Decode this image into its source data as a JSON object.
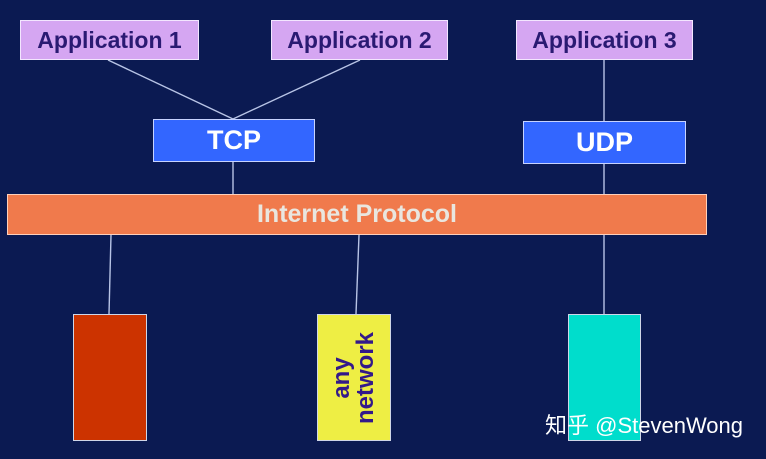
{
  "applications": [
    {
      "label": "Application 1"
    },
    {
      "label": "Application 2"
    },
    {
      "label": "Application 3"
    }
  ],
  "transport": {
    "tcp": "TCP",
    "udp": "UDP"
  },
  "network_layer": {
    "label": "Internet Protocol"
  },
  "networks": {
    "middle_line1": "any",
    "middle_line2": "network"
  },
  "watermark": {
    "text": "知乎 @StevenWong"
  },
  "colors": {
    "background": "#0b1a52",
    "application": "#d5a6f2",
    "transport": "#3366ff",
    "internet_protocol": "#f07a4c",
    "network_red": "#cc3300",
    "network_yellow": "#eeee44",
    "network_cyan": "#00ddcc"
  }
}
